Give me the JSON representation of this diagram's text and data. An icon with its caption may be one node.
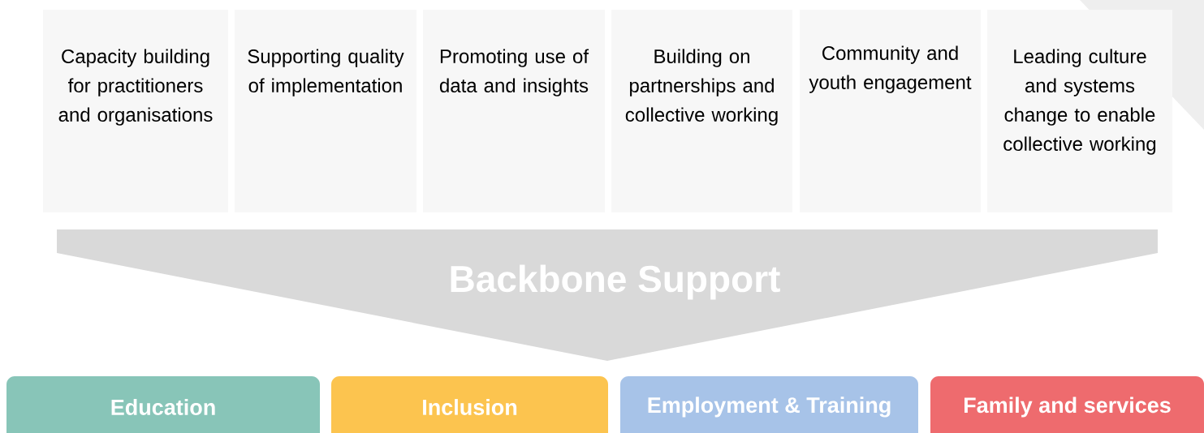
{
  "diagram": {
    "nodes": [
      {
        "text": [
          "Capacity building for practitioners and organisations"
        ]
      },
      {
        "text": [
          "Supporting quality of implementation"
        ]
      },
      {
        "text": [
          "Promoting use of data and insights"
        ]
      },
      {
        "text": [
          "Building on partnerships and collective working"
        ]
      },
      {
        "text": [
          "Community and youth engagement"
        ]
      },
      {
        "text": [
          "Leading culture and systems change to enable collective working"
        ]
      },
      {
        "text": [
          "Backbone Support"
        ]
      },
      {
        "text": [
          "Education"
        ]
      },
      {
        "text": [
          "Inclusion"
        ]
      },
      {
        "text": [
          "Employment & Training"
        ]
      },
      {
        "text": [
          "Family and services"
        ]
      }
    ]
  }
}
